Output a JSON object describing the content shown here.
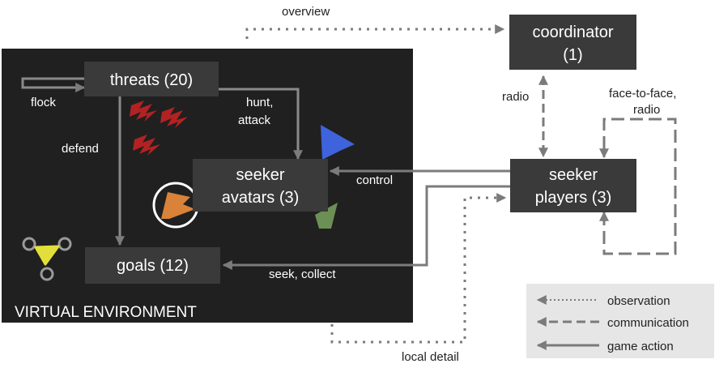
{
  "colors": {
    "environment_bg": "#202020",
    "node_bg": "#3a3a3a",
    "node_text": "#ffffff",
    "arrow": "#7b7b7b",
    "legend_bg": "#e6e6e6",
    "threat_red": "#b22222",
    "avatar_blue": "#3e63dd",
    "avatar_orange": "#d9823a",
    "avatar_green": "#6c8f56",
    "goal_yellow": "#e3df3a",
    "goal_ring": "#9a9a9a"
  },
  "nodes": {
    "coordinator": [
      "coordinator",
      "(1)"
    ],
    "threats": "threats (20)",
    "seeker_avatars": [
      "seeker",
      "avatars (3)"
    ],
    "goals": "goals (12)",
    "seeker_players": [
      "seeker",
      "players (3)"
    ]
  },
  "environment_label": "VIRTUAL ENVIRONMENT",
  "edge_labels": {
    "overview": "overview",
    "flock": "flock",
    "hunt_attack": [
      "hunt,",
      "attack"
    ],
    "defend": "defend",
    "control": "control",
    "seek_collect": "seek, collect",
    "radio": "radio",
    "face_to_face": [
      "face-to-face,",
      "radio"
    ],
    "local_detail": "local detail"
  },
  "legend": {
    "observation": "observation",
    "communication": "communication",
    "game_action": "game action"
  },
  "icons": [
    "threat-icon",
    "avatar-blue-icon",
    "avatar-orange-icon",
    "avatar-green-icon",
    "goal-icon"
  ]
}
